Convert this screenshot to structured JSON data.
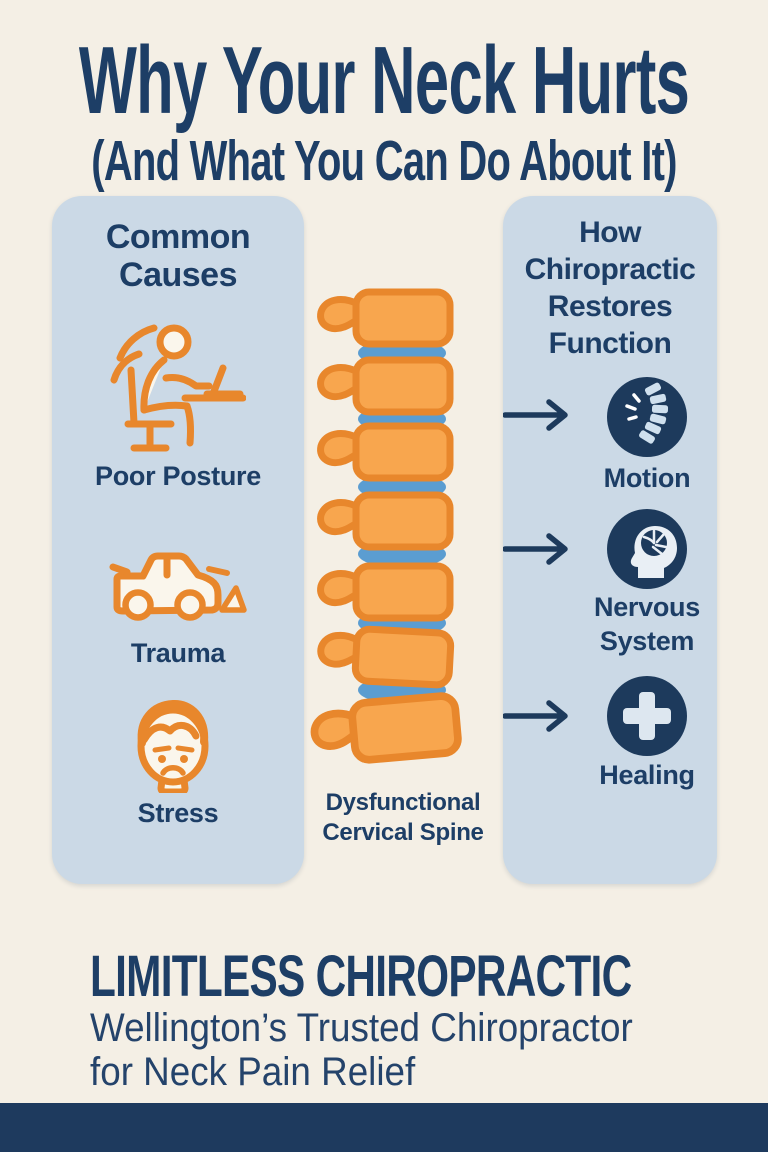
{
  "header": {
    "title": "Why Your Neck Hurts",
    "subtitle": "(And What You Can Do About It)"
  },
  "causes": {
    "heading": "Common Causes",
    "items": [
      {
        "label": "Poor Posture",
        "icon": "poor-posture-icon"
      },
      {
        "label": "Trauma",
        "icon": "car-crash-icon"
      },
      {
        "label": "Stress",
        "icon": "stressed-face-icon"
      }
    ]
  },
  "spine": {
    "caption": "Dysfunctional Cervical Spine",
    "icon": "cervical-spine-illustration",
    "vertebra_count": 7,
    "disc_count": 6
  },
  "restores": {
    "heading": "How Chiropractic Restores Function",
    "items": [
      {
        "label": "Motion",
        "icon": "spine-motion-icon"
      },
      {
        "label": "Nervous System",
        "icon": "brain-icon"
      },
      {
        "label": "Healing",
        "icon": "healing-cross-icon"
      }
    ]
  },
  "brand": {
    "name": "LIMITLESS CHIROPRACTIC",
    "tagline_line1": "Wellington’s Trusted Chiropractor",
    "tagline_line2": "for Neck Pain Relief"
  },
  "colors": {
    "background_cream": "#f4efe5",
    "panel_blue": "#cbd9e6",
    "navy_text": "#1d3e66",
    "navy_solid": "#1d3a5c",
    "orange_stroke": "#e8872c",
    "orange_fill": "#f8a64e",
    "disc_blue": "#5b9dd1",
    "icon_cream": "#faf6ec",
    "footer_navy": "#1e3a5e"
  }
}
